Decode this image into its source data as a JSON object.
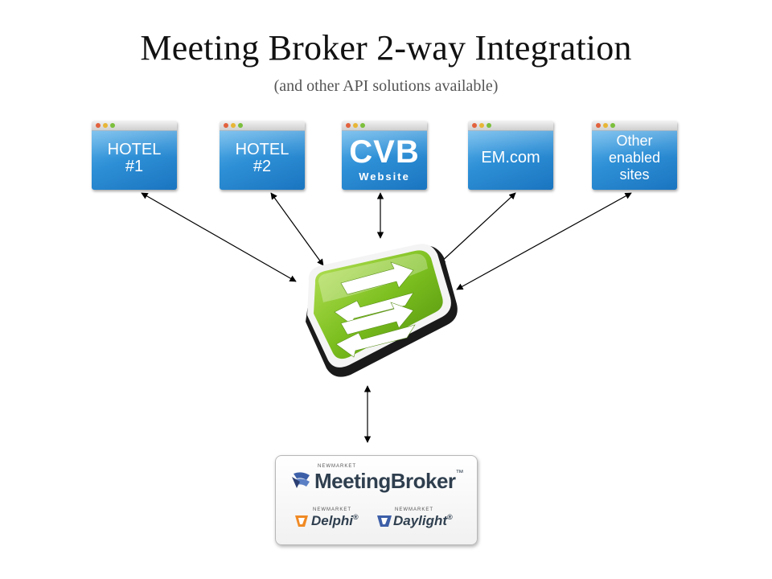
{
  "title": "Meeting Broker 2-way Integration",
  "subtitle": "(and other API solutions available)",
  "sites": {
    "hotel1": {
      "line1": "HOTEL",
      "line2": "#1"
    },
    "hotel2": {
      "line1": "HOTEL",
      "line2": "#2"
    },
    "cvb": {
      "main": "CVB",
      "sub": "Website"
    },
    "em": {
      "label": "EM.com"
    },
    "other": {
      "lines": [
        "Other",
        "enabled",
        "sites"
      ]
    }
  },
  "bottom": {
    "brand_small": "NEWMARKET",
    "main_product": "MeetingBroker",
    "tm": "™",
    "product_2": "Delphi",
    "product_3": "Daylight",
    "reg": "®"
  },
  "colors": {
    "card_blue": "#2d8fd6",
    "logo_green": "#7cbf1f",
    "brand_orange": "#f08a24",
    "brand_blue": "#3d5fa8"
  }
}
